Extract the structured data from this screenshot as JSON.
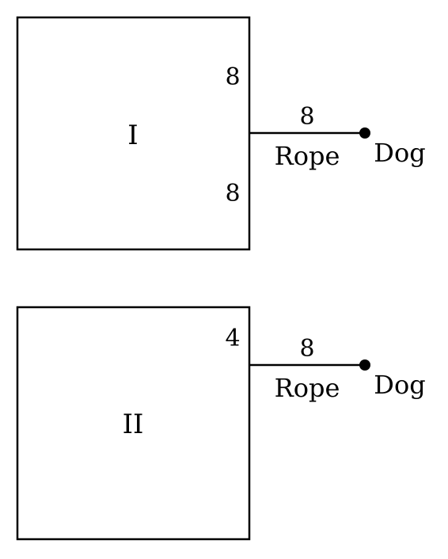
{
  "figures": [
    {
      "label": "I",
      "side_upper": "8",
      "side_lower": "8",
      "rope_length": "8",
      "rope_label": "Rope",
      "dog_label": "Dog"
    },
    {
      "label": "II",
      "side_upper": "4",
      "rope_length": "8",
      "rope_label": "Rope",
      "dog_label": "Dog"
    }
  ],
  "colors": {
    "ink": "#000000",
    "background": "#ffffff"
  }
}
